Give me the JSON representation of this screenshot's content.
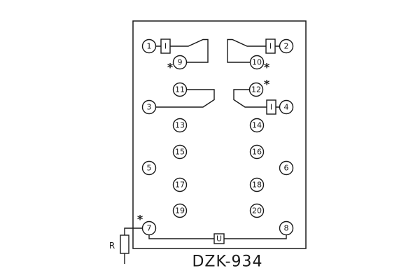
{
  "title": "DZK-934",
  "symbols": {
    "coil": "I",
    "voltage": "U",
    "resistor": "R",
    "polarity_mark": "*"
  },
  "terminals": {
    "t1": "1",
    "t2": "2",
    "t3": "3",
    "t4": "4",
    "t5": "5",
    "t6": "6",
    "t7": "7",
    "t8": "8",
    "t9": "9",
    "t10": "10",
    "t11": "11",
    "t12": "12",
    "t13": "13",
    "t14": "14",
    "t15": "15",
    "t16": "16",
    "t17": "17",
    "t18": "18",
    "t19": "19",
    "t20": "20"
  }
}
